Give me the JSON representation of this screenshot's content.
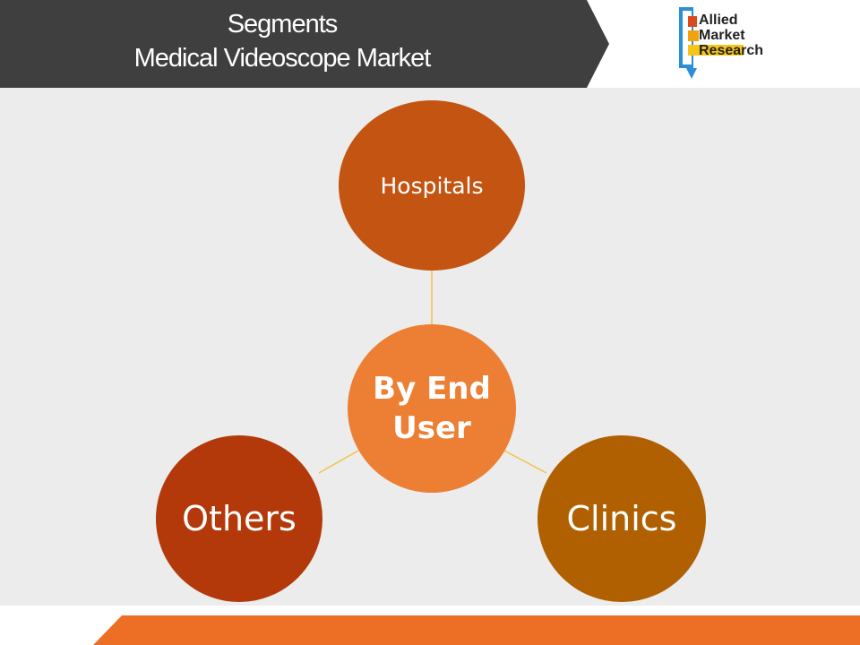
{
  "header": {
    "title_line1": "Segments",
    "title_line2": "Medical Videoscope Market"
  },
  "logo": {
    "line1": "Allied",
    "line2": "Market",
    "line3": "Research"
  },
  "diagram": {
    "center": "By End\nUser",
    "nodes": {
      "top": "Hospitals",
      "left": "Others",
      "right": "Clinics"
    }
  },
  "colors": {
    "header": "#3f3f3f",
    "background": "#ececec",
    "center": "#ec7f34",
    "hospitals": "#c45412",
    "others": "#b3390a",
    "clinics": "#b06000",
    "connector": "#f5c24b",
    "footer_accent": "#ec6f25"
  }
}
